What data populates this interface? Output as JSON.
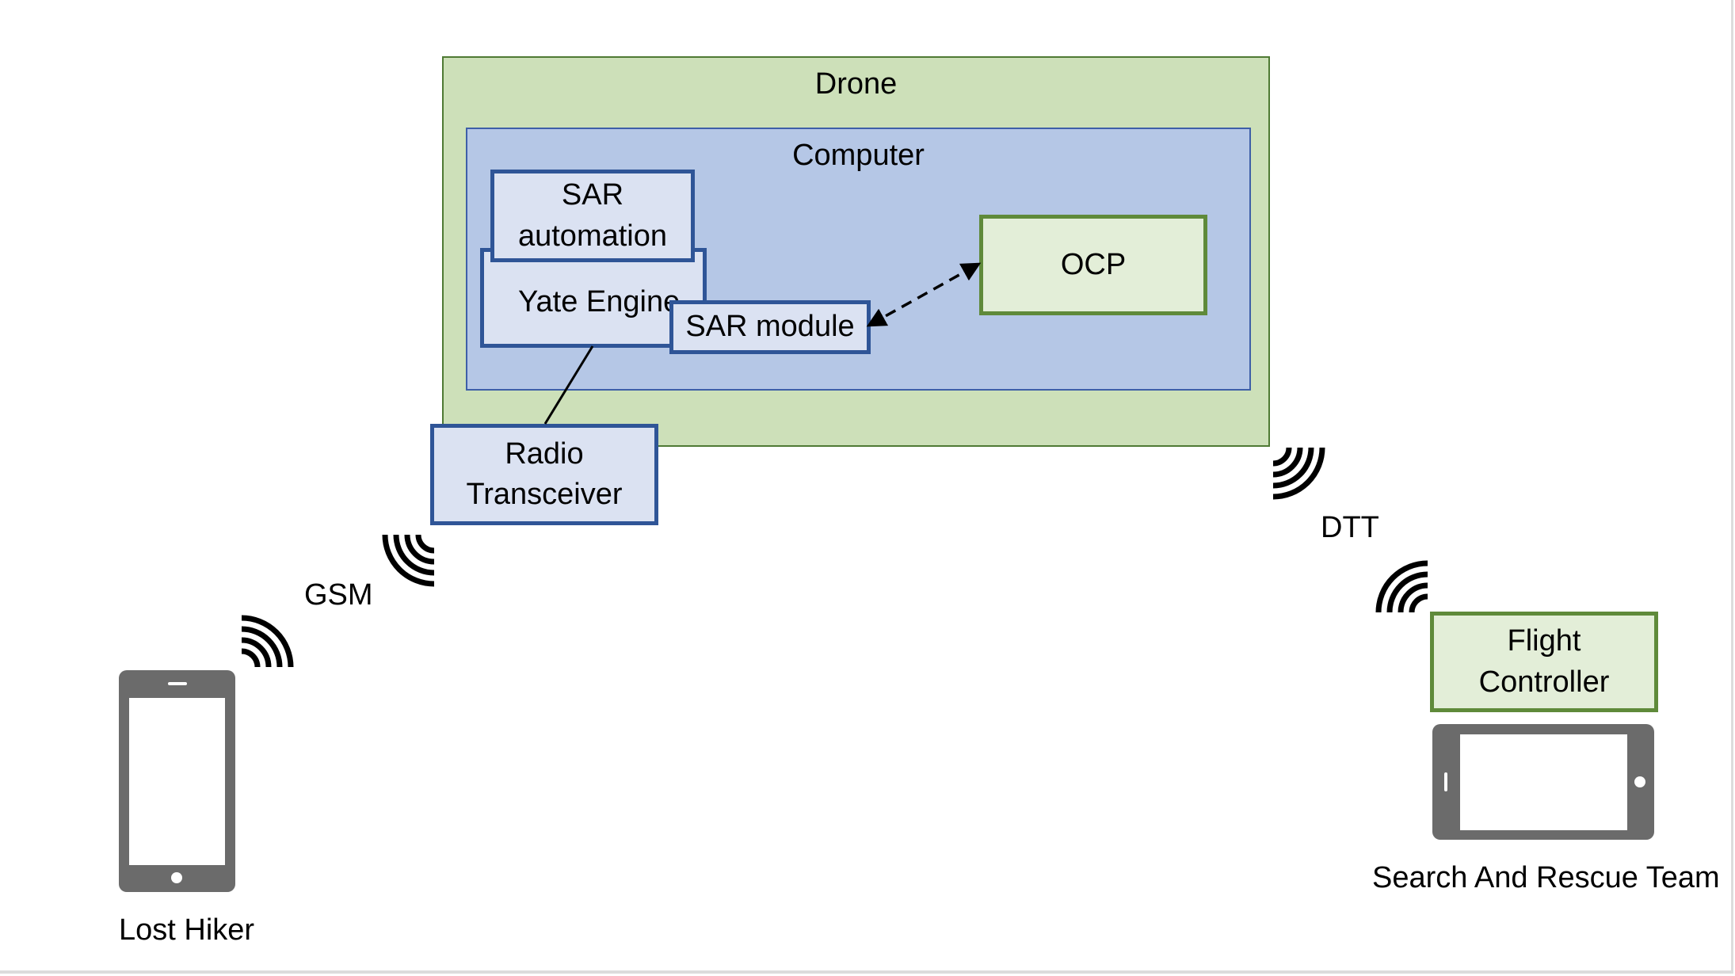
{
  "drone": {
    "title": "Drone"
  },
  "computer": {
    "title": "Computer"
  },
  "components": {
    "sar_automation": "SAR automation",
    "yate_engine": "Yate Engine",
    "sar_module": "SAR module",
    "ocp": "OCP",
    "radio_transceiver": "Radio Transceiver",
    "flight_controller": "Flight Controller"
  },
  "links": {
    "gsm": "GSM",
    "dtt": "DTT"
  },
  "endpoints": {
    "lost_hiker": "Lost Hiker",
    "sar_team": "Search And Rescue Team"
  },
  "icons": [
    "smartphone-icon",
    "tablet-icon",
    "wireless-signal-icon"
  ],
  "colors": {
    "drone_fill": "#cde0b9",
    "computer_fill": "#b5c7e6",
    "blue_border": "#2f5597",
    "green_border": "#5f8a3a",
    "device_gray": "#6b6b6b"
  }
}
